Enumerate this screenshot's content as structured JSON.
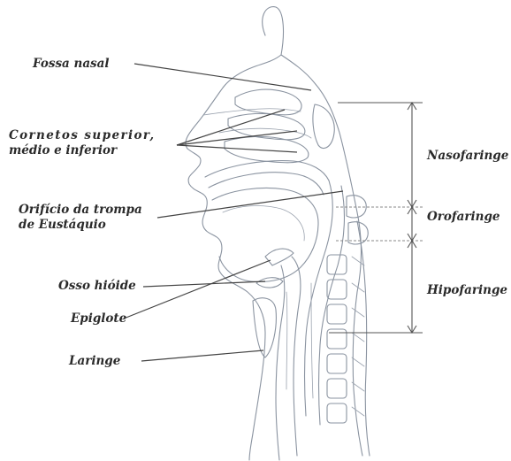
{
  "labels": {
    "fossa_nasal": "Fossa nasal",
    "cornetos_line1": "Cornetos superior,",
    "cornetos_line2": "médio e inferior",
    "orificio_line1": "Orifício da trompa",
    "orificio_line2": "de Eustáquio",
    "osso_hioide": "Osso hióide",
    "epiglote": "Epiglote",
    "laringe": "Laringe",
    "nasofaringe": "Nasofaringe",
    "orofaringe": "Orofaringe",
    "hipofaringe": "Hipofaringe"
  },
  "colors": {
    "anatomy_stroke": "#8a93a0",
    "leader_line": "#444444",
    "label_text": "#2a2a2a"
  }
}
